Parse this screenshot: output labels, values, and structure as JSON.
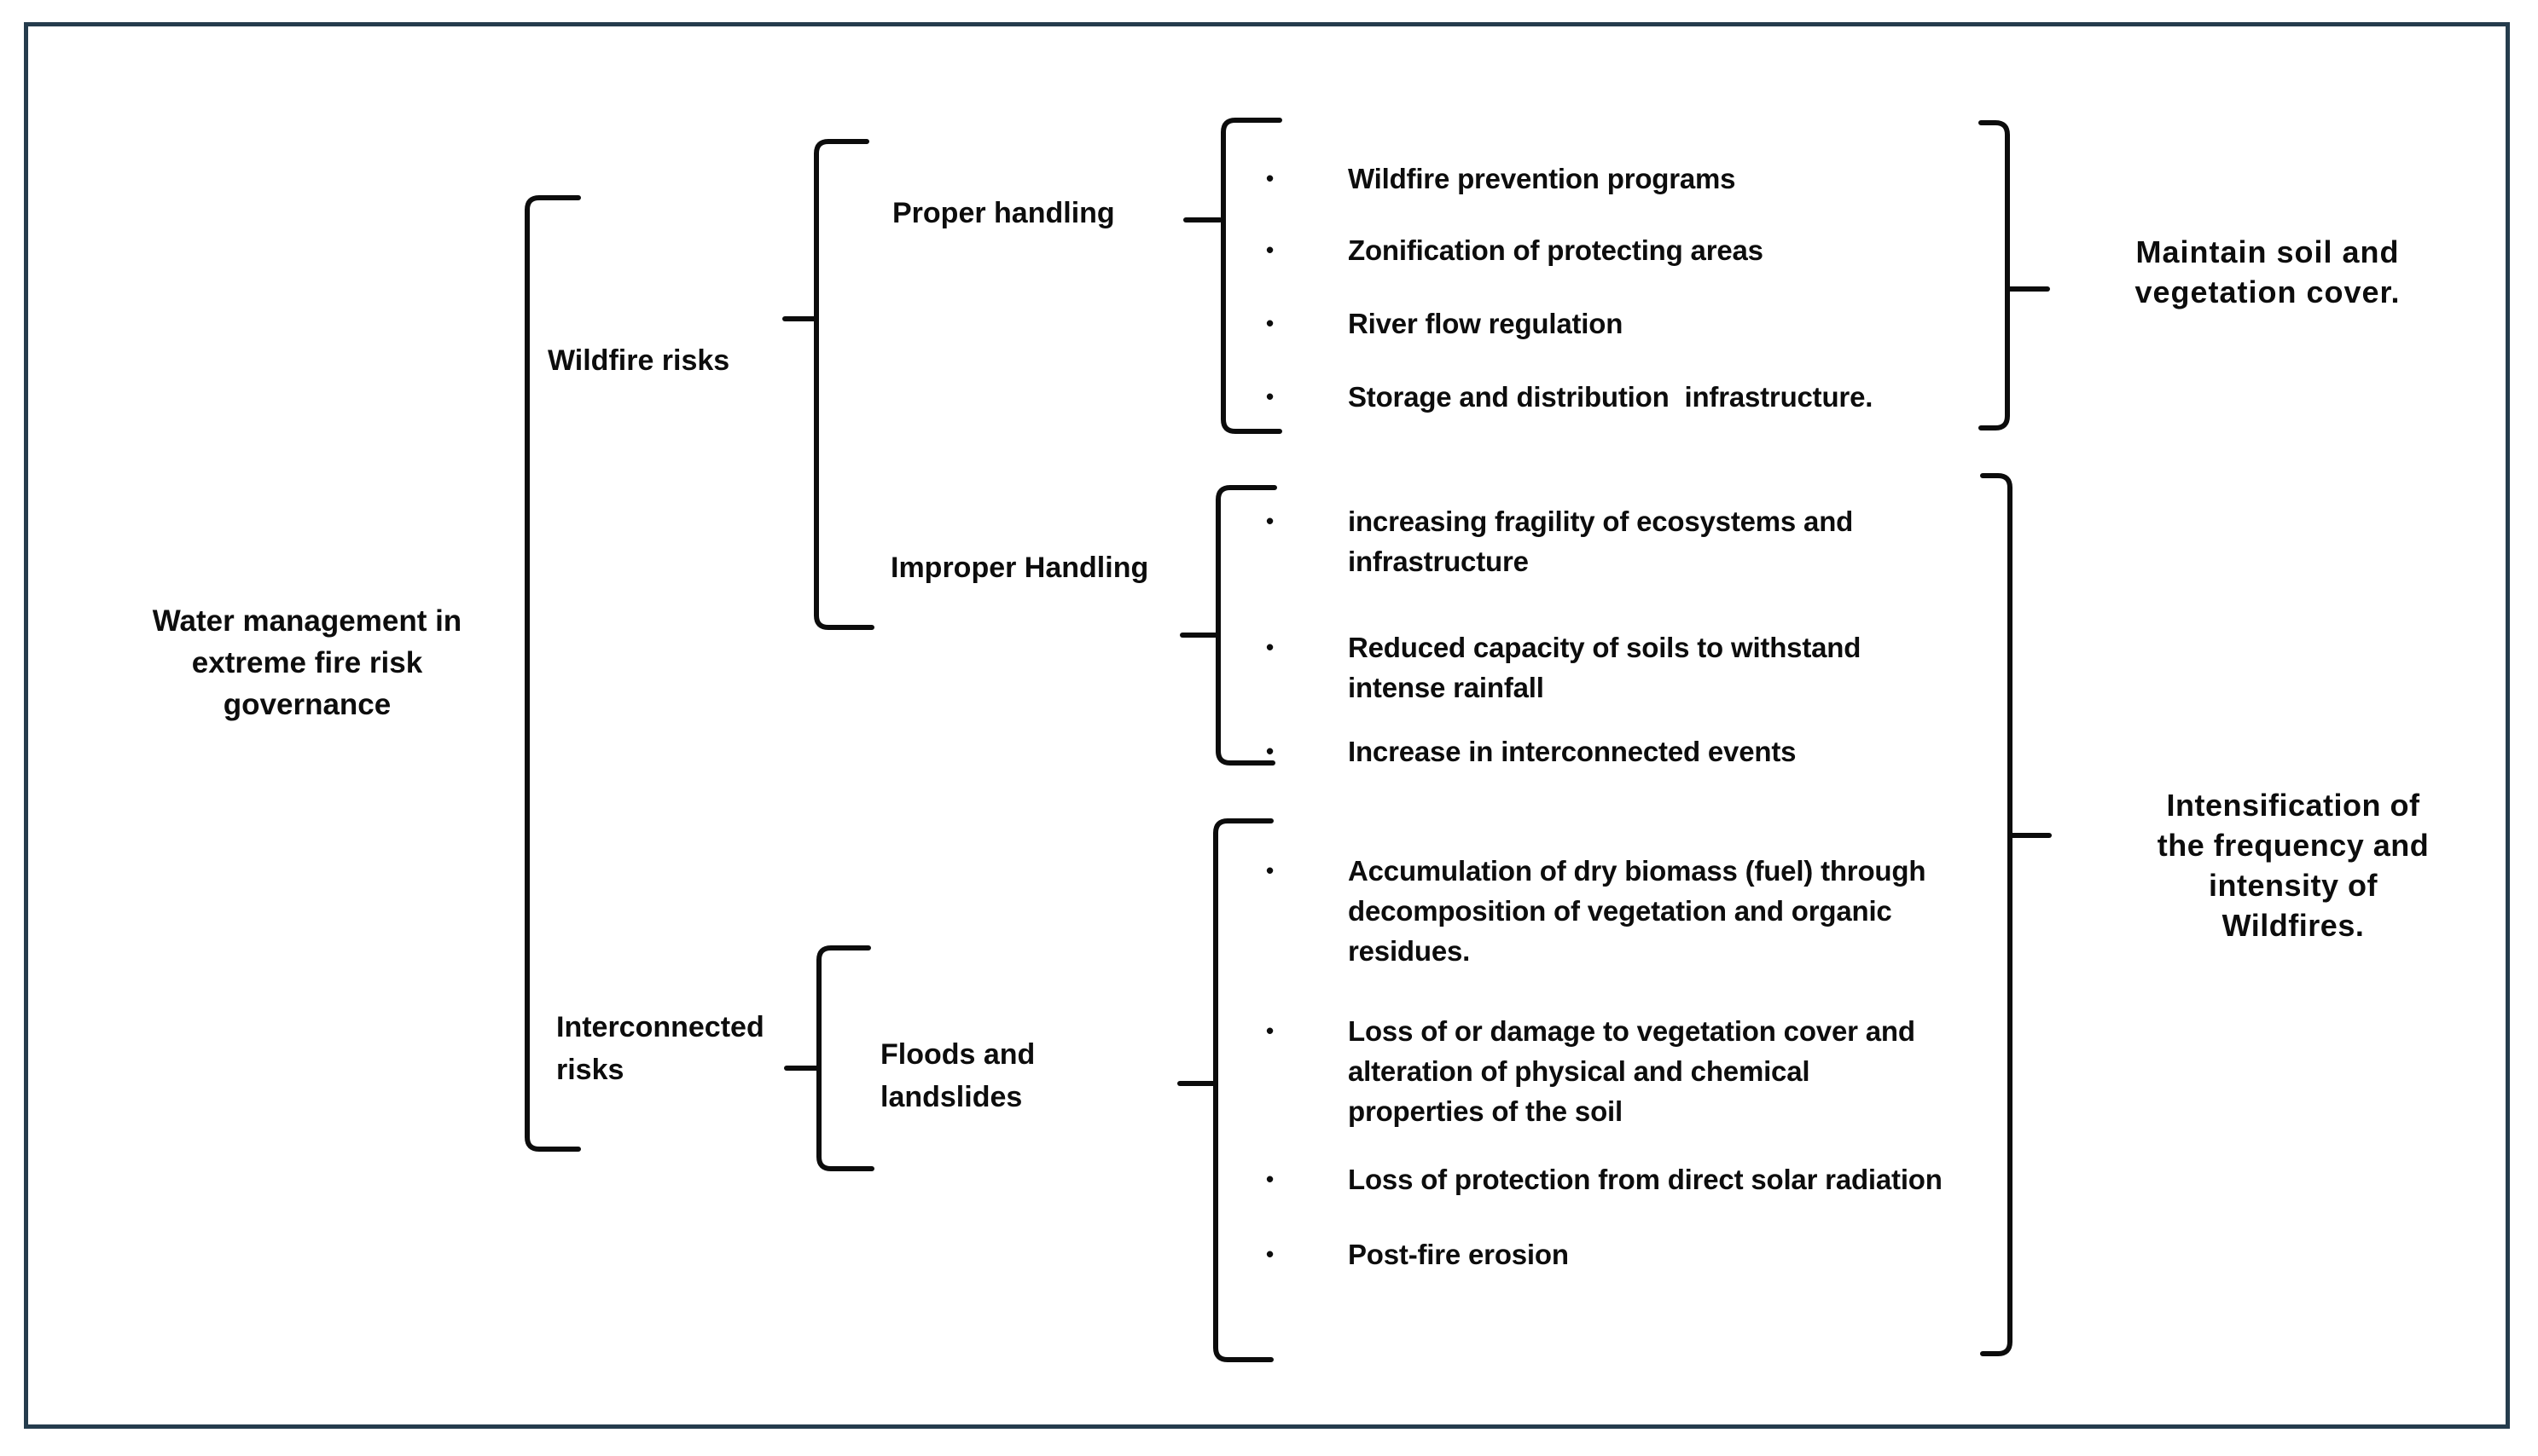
{
  "palette": {
    "background": "#ffffff",
    "border": "#253c4d",
    "ink": "#0d0d0d"
  },
  "glyphs": {
    "bullet": "•"
  },
  "tree": {
    "root": "Water management in\nextreme fire risk\ngovernance",
    "branches": {
      "wildfire": {
        "label": "Wildfire risks",
        "children": {
          "proper": {
            "label": "Proper handling",
            "items": [
              "Wildfire prevention programs",
              "Zonification of protecting areas",
              "River flow regulation",
              "Storage and distribution  infrastructure."
            ],
            "outcome": "Maintain soil and\nvegetation cover."
          },
          "improper": {
            "label": "Improper Handling",
            "items": [
              "increasing fragility of ecosystems and\ninfrastructure",
              "Reduced capacity of soils to withstand\nintense rainfall",
              "Increase in interconnected events"
            ]
          }
        }
      },
      "interconnected": {
        "label": "Interconnected\nrisks",
        "children": {
          "floods": {
            "label": "Floods and\nlandslides",
            "items": [
              "Accumulation of dry biomass (fuel) through\ndecomposition of vegetation and organic\nresidues.",
              "Loss of or damage to vegetation cover and\nalteration of physical and chemical\nproperties of the soil",
              "Loss of protection from direct solar radiation",
              "Post-fire erosion"
            ]
          }
        }
      }
    },
    "shared_outcome": "Intensification of\nthe frequency and\nintensity of\nWildfires."
  }
}
